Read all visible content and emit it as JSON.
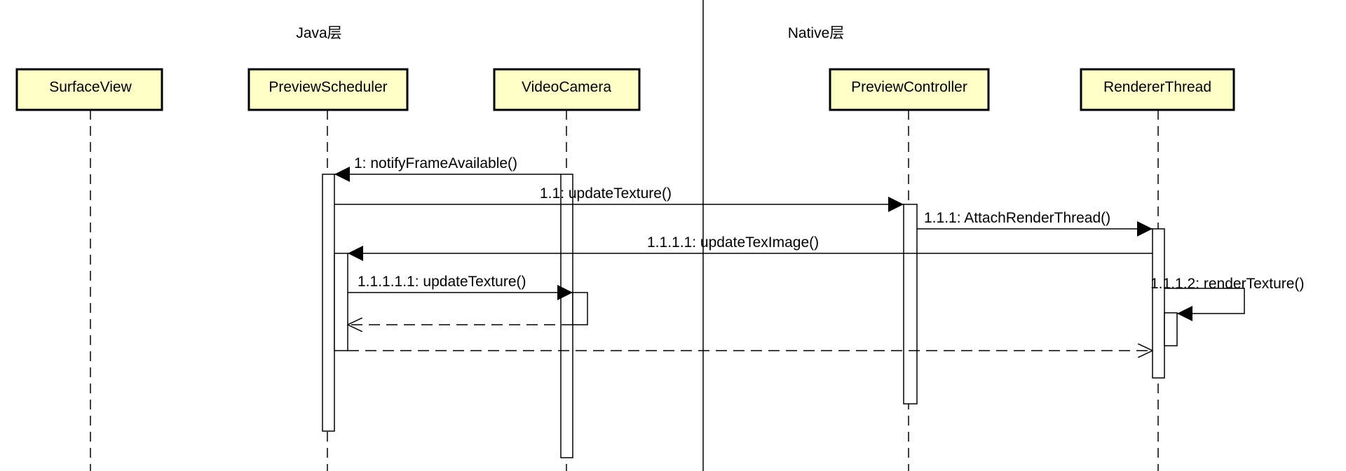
{
  "layers": {
    "java": "Java层",
    "native": "Native层"
  },
  "participants": [
    {
      "id": "surfaceview",
      "label": "SurfaceView"
    },
    {
      "id": "previewscheduler",
      "label": "PreviewScheduler"
    },
    {
      "id": "videocamera",
      "label": "VideoCamera"
    },
    {
      "id": "previewcontroller",
      "label": "PreviewController"
    },
    {
      "id": "rendererthread",
      "label": "RendererThread"
    }
  ],
  "messages": [
    {
      "label": "1: notifyFrameAvailable()"
    },
    {
      "label": "1.1: updateTexture()"
    },
    {
      "label": "1.1.1: AttachRenderThread()"
    },
    {
      "label": "1.1.1.1: updateTexImage()"
    },
    {
      "label": "1.1.1.1.1: updateTexture()"
    },
    {
      "label": "1.1.1.2: renderTexture()"
    }
  ],
  "colors": {
    "participant_fill": "#ffffc8",
    "line": "#000000",
    "activation_fill": "#ffffff"
  }
}
